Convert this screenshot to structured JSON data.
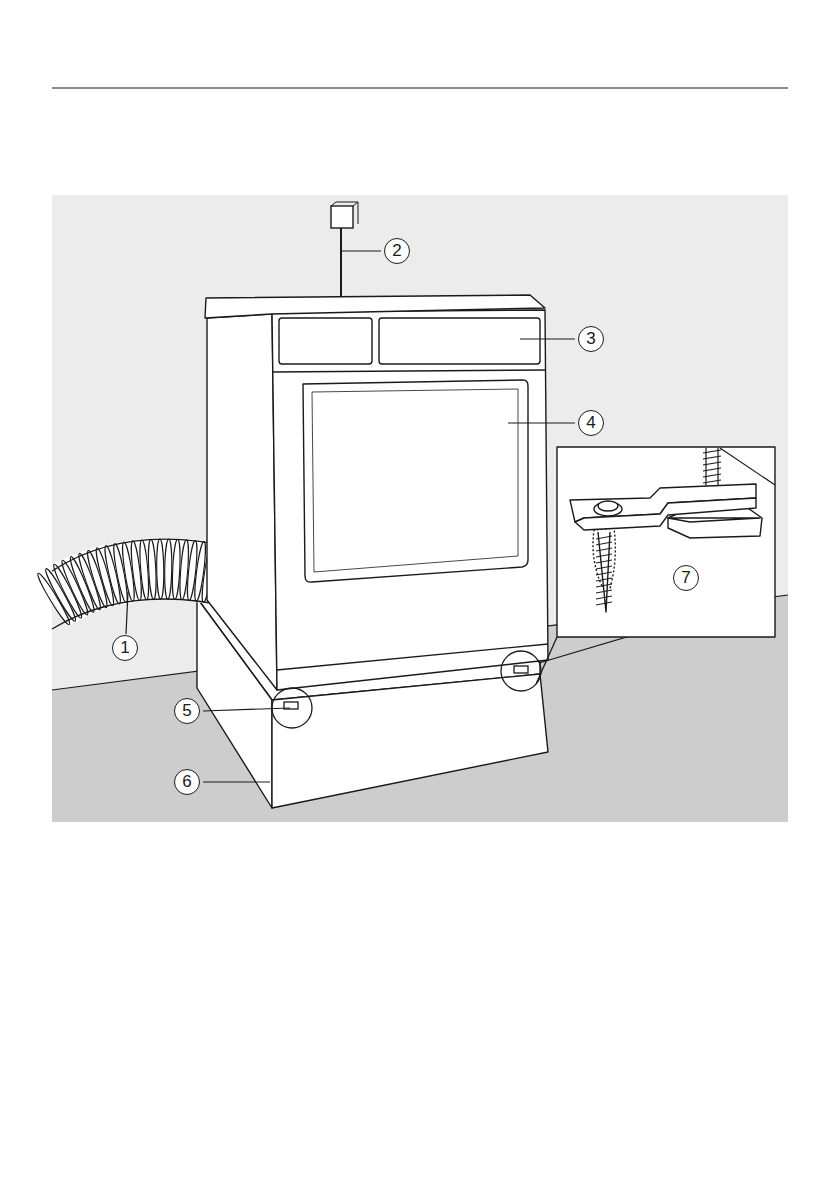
{
  "diagram": {
    "labels": [
      "2",
      "3",
      "4",
      "7",
      "1",
      "5",
      "6"
    ]
  }
}
